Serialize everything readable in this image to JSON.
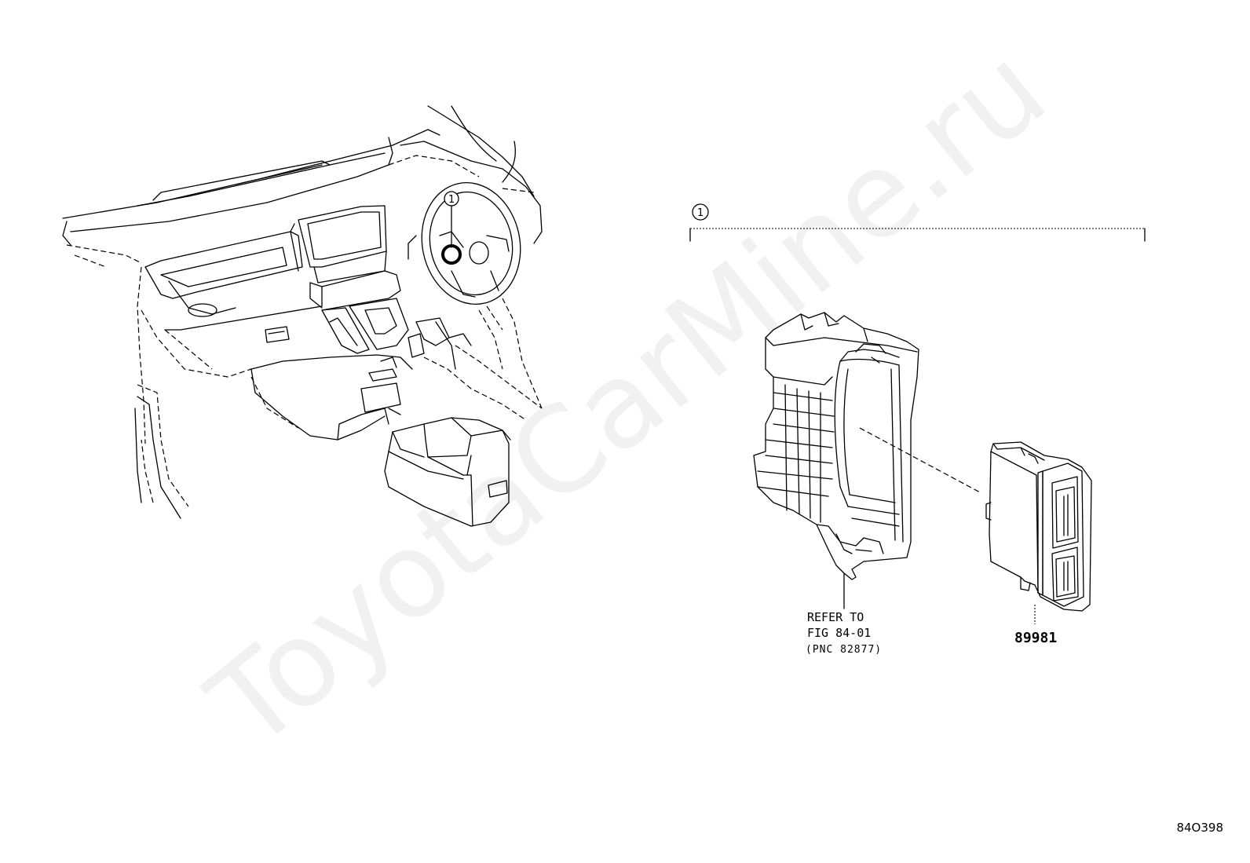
{
  "watermark": "ToyotaCarMine.ru",
  "figure_id": "84O398",
  "callouts": [
    {
      "id": "callout-1-dash",
      "number": "1"
    },
    {
      "id": "callout-1-bracket",
      "number": "1"
    }
  ],
  "labels": {
    "refer_line1": "REFER TO",
    "refer_line2": "FIG 84-01",
    "refer_line3": "(PNC 82877)",
    "part_number": "89981"
  }
}
